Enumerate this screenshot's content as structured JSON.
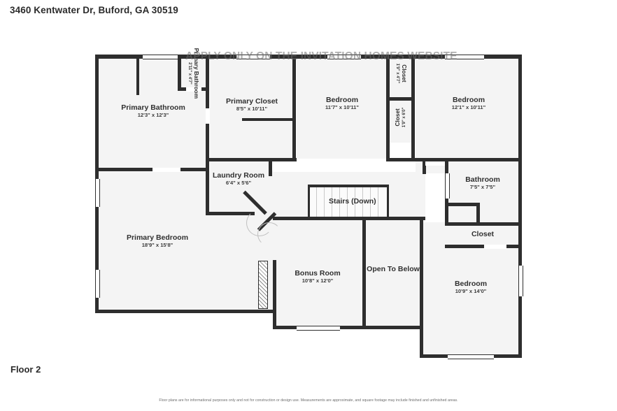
{
  "header": {
    "address": "3460 Kentwater Dr, Buford, GA 30519"
  },
  "floor": {
    "label": "Floor 2"
  },
  "watermark": {
    "text": "APPLY ONLY ON THE INVITATION HOMES WEBSITE"
  },
  "footer": {
    "disclaimer": "Floor plans are for informational purposes only and not for construction or design use. Measurements are approximate, and square footage may include finished and unfinished areas."
  },
  "rooms": [
    {
      "id": "primary-bathroom",
      "name": "Primary Bathroom",
      "dim": "12'3\" x 12'3\""
    },
    {
      "id": "primary-bathroom-wc",
      "name": "Primary Bathroom",
      "dim": "2'11\" x 4'7\""
    },
    {
      "id": "primary-closet",
      "name": "Primary Closet",
      "dim": "8'5\" x 10'11\""
    },
    {
      "id": "bedroom-top-center",
      "name": "Bedroom",
      "dim": "11'7\" x 10'11\""
    },
    {
      "id": "closet-top",
      "name": "Closet",
      "dim": "1'9\" x 4'7\""
    },
    {
      "id": "closet-bottom",
      "name": "Closet",
      "dim": "1'9\" x 6'0\""
    },
    {
      "id": "bedroom-top-right",
      "name": "Bedroom",
      "dim": "12'1\" x 10'11\""
    },
    {
      "id": "bathroom-right",
      "name": "Bathroom",
      "dim": "7'5\" x 7'5\""
    },
    {
      "id": "closet-right",
      "name": "Closet",
      "dim": ""
    },
    {
      "id": "laundry-room",
      "name": "Laundry Room",
      "dim": "6'4\" x 5'6\""
    },
    {
      "id": "primary-bedroom",
      "name": "Primary Bedroom",
      "dim": "18'9\" x 15'8\""
    },
    {
      "id": "bonus-room",
      "name": "Bonus Room",
      "dim": "10'8\" x 12'0\""
    },
    {
      "id": "open-to-below",
      "name": "Open To Below",
      "dim": ""
    },
    {
      "id": "bedroom-bottom-right",
      "name": "Bedroom",
      "dim": "10'9\" x 14'0\""
    }
  ],
  "stairs": {
    "label": "Stairs (Down)"
  },
  "colors": {
    "wall": "#2e2e2e",
    "room_fill": "#f4f4f4",
    "text": "#303030",
    "background": "#ffffff"
  }
}
